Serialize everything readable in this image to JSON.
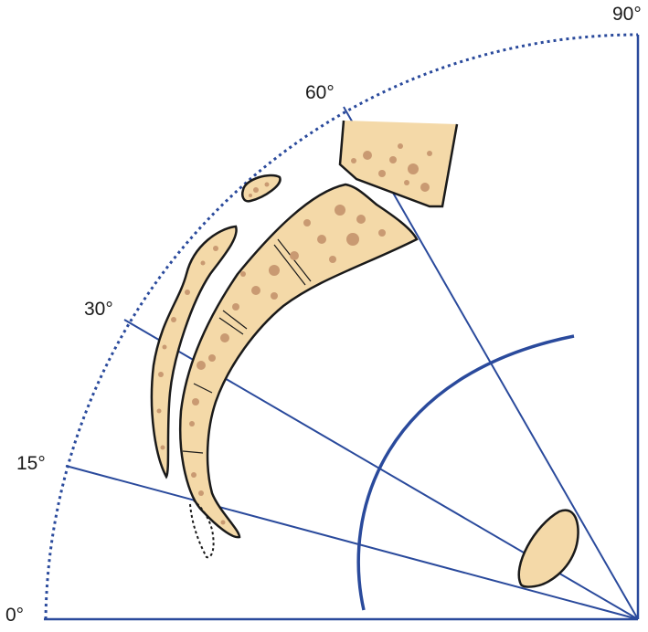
{
  "angle_labels": {
    "a0": "0°",
    "a15": "15°",
    "a30": "30°",
    "a60": "60°",
    "a90": "90°"
  },
  "colors": {
    "line": "#2a4a9c",
    "bone_fill": "#f4d9a8",
    "bone_spot": "#c99a72",
    "outline": "#1a1a1a"
  }
}
